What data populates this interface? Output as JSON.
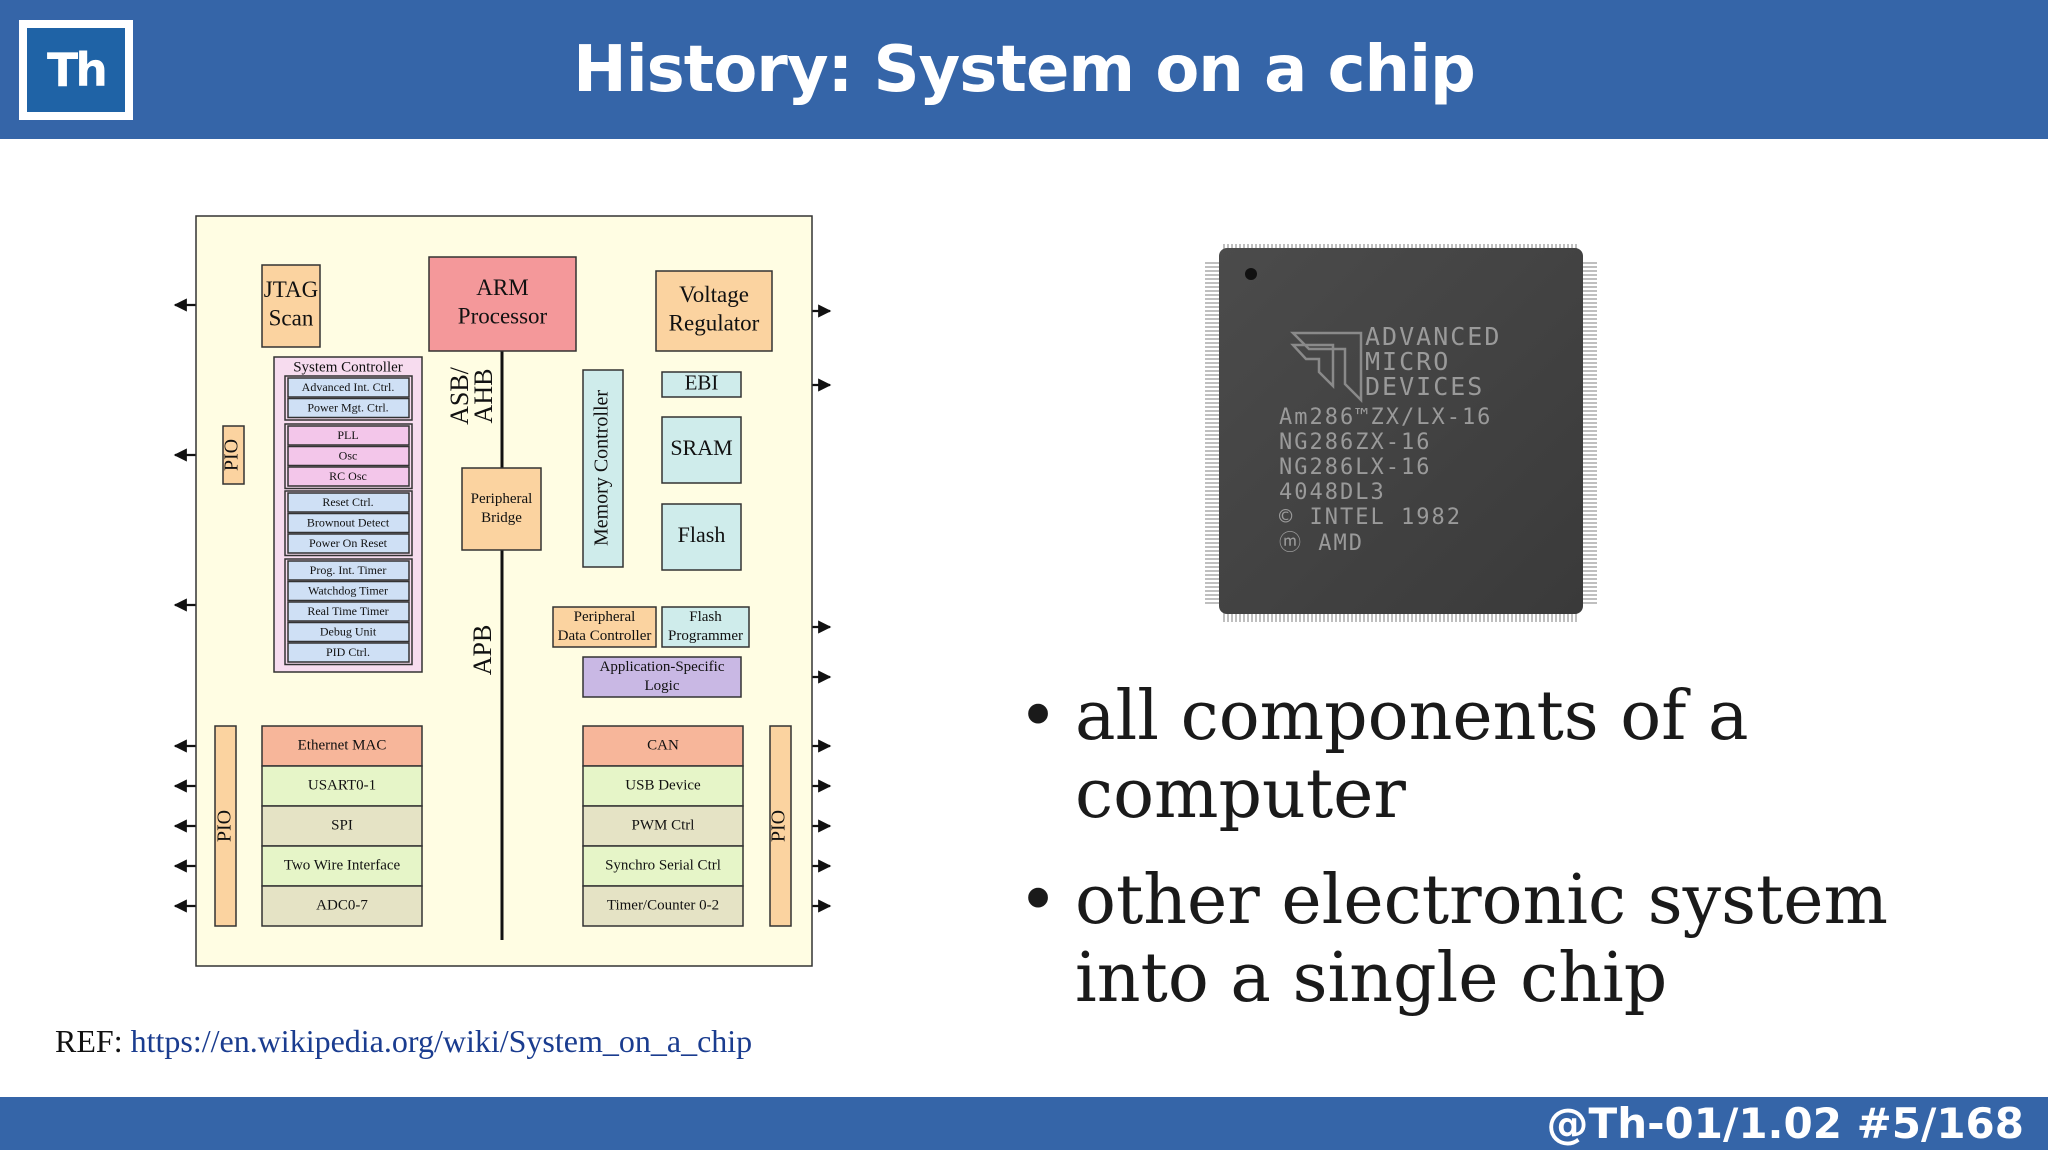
{
  "header": {
    "logo_text": "Th",
    "title": "History: System on a chip"
  },
  "diagram": {
    "jtag": [
      "JTAG",
      "Scan"
    ],
    "arm": [
      "ARM",
      "Processor"
    ],
    "voltage": [
      "Voltage",
      "Regulator"
    ],
    "system_controller": {
      "title": "System Controller",
      "groups": [
        [
          "Advanced Int. Ctrl.",
          "Power Mgt. Ctrl."
        ],
        [
          "PLL",
          "Osc",
          "RC Osc"
        ],
        [
          "Reset Ctrl.",
          "Brownout Detect",
          "Power On Reset"
        ],
        [
          "Prog. Int. Timer",
          "Watchdog Timer",
          "Real Time Timer",
          "Debug Unit",
          "PID Ctrl."
        ]
      ]
    },
    "pio": "PIO",
    "asb": [
      "ASB/",
      "AHB"
    ],
    "apb": "APB",
    "peripheral_bridge": [
      "Peripheral",
      "Bridge"
    ],
    "memory_controller": "Memory Controller",
    "ebi": "EBI",
    "sram": "SRAM",
    "flash": "Flash",
    "pdc": [
      "Peripheral",
      "Data Controller"
    ],
    "flash_programmer": [
      "Flash",
      "Programmer"
    ],
    "asic": [
      "Application-Specific",
      "Logic"
    ],
    "left_peripherals": [
      "Ethernet MAC",
      "USART0-1",
      "SPI",
      "Two Wire Interface",
      "ADC0-7"
    ],
    "right_peripherals": [
      "CAN",
      "USB Device",
      "PWM Ctrl",
      "Synchro Serial Ctrl",
      "Timer/Counter 0-2"
    ]
  },
  "ref": {
    "prefix": "REF: ",
    "url": "https://en.wikipedia.org/wiki/System_on_a_chip"
  },
  "chip": {
    "lines": [
      "ADVANCED",
      "MICRO",
      "DEVICES",
      "Am286™ZX/LX-16",
      "NG286ZX-16",
      "NG286LX-16",
      "4048DL3",
      "© INTEL 1982",
      "ⓜ AMD"
    ]
  },
  "bullets": [
    {
      "line1": "all components of a",
      "line2": "computer"
    },
    {
      "line1": "other electronic system",
      "line2": "into a single chip"
    }
  ],
  "footer": {
    "slide_number": "@Th-01/1.02 #5/168"
  }
}
